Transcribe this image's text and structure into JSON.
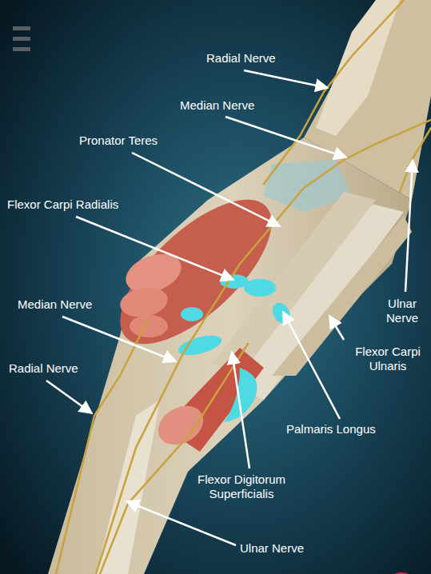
{
  "diagram": {
    "labels": [
      "Radial Nerve",
      "Median Nerve",
      "Pronator Teres",
      "Flexor Carpi Radialis",
      "Median Nerve",
      "Ulnar Nerve",
      "Flexor Carpi Ulnaris",
      "Radial Nerve",
      "Palmaris Longus",
      "Flexor Digitorum Superficialis",
      "Ulnar Nerve"
    ]
  }
}
